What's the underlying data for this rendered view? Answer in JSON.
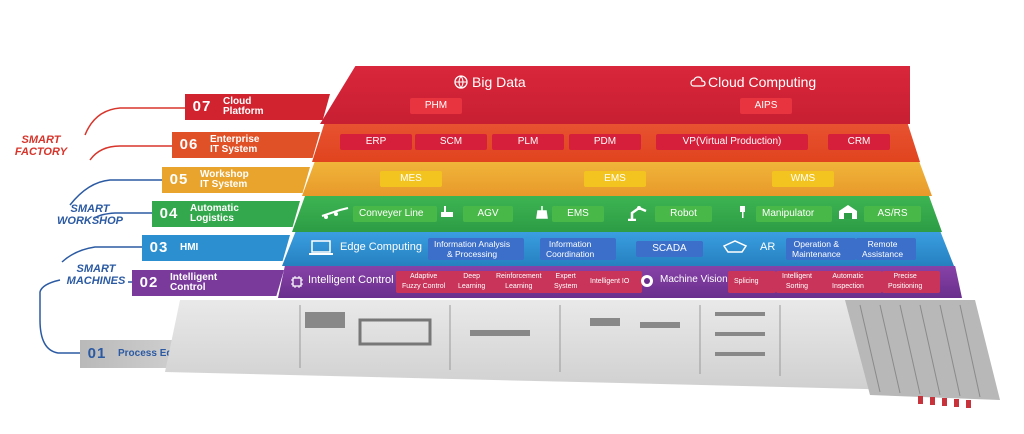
{
  "side_labels": {
    "factory": "SMART\nFACTORY",
    "workshop": "SMART\nWORKSHOP",
    "machines": "SMART\nMACHINES"
  },
  "levels": [
    {
      "num": "07",
      "name": "Cloud\nPlatform",
      "color": "#d0232f"
    },
    {
      "num": "06",
      "name": "Enterprise\nIT System",
      "color": "#e05127"
    },
    {
      "num": "05",
      "name": "Workshop\nIT System",
      "color": "#e8a42c"
    },
    {
      "num": "04",
      "name": "Automatic\nLogistics",
      "color": "#34a84c"
    },
    {
      "num": "03",
      "name": "HMI",
      "color": "#2c8fcf"
    },
    {
      "num": "02",
      "name": "Intelligent\nControl",
      "color": "#7a3a9c"
    },
    {
      "num": "01",
      "name": "Process Equipment",
      "color": "#c7c7c7"
    }
  ],
  "layer7": {
    "big_data": "Big Data",
    "cloud_computing": "Cloud Computing",
    "items": [
      "PHM",
      "AIPS"
    ]
  },
  "layer6": {
    "items": [
      "ERP",
      "SCM",
      "PLM",
      "PDM",
      "VP(Virtual Production)",
      "CRM"
    ]
  },
  "layer5": {
    "items": [
      "MES",
      "EMS",
      "WMS"
    ]
  },
  "layer4": {
    "items": [
      "Conveyer Line",
      "AGV",
      "EMS",
      "Robot",
      "Manipulator",
      "AS/RS"
    ]
  },
  "layer3": {
    "edge": "Edge Computing",
    "ar": "AR",
    "items": [
      "Information Analysis\n& Processing",
      "Information\nCoordination",
      "SCADA",
      "Operation &\nMaintenance",
      "Remote\nAssistance"
    ]
  },
  "layer2": {
    "intelligent_control": "Intelligent Control",
    "machine_vision": "Machine Vision",
    "items": [
      "Adaptive\nFuzzy Control",
      "Deep\nLearning",
      "Reinforcement\nLearning",
      "Expert\nSystem",
      "Intelligent IO",
      "Splicing",
      "Intelligent\nSorting",
      "Automatic\nInspection",
      "Precise\nPositioning"
    ]
  },
  "colors": {
    "l7": "#d0232f",
    "l6": "#e05127",
    "l5": "#e8a42c",
    "l4": "#34a84c",
    "l3": "#2c8fcf",
    "l2": "#7a3a9c",
    "pill7": "#e8343f",
    "pill6": "#d61f3a",
    "pill5": "#f3c420",
    "pill4": "#48b848",
    "pill3": "#3b6fc9",
    "pill2": "#c9355a"
  }
}
